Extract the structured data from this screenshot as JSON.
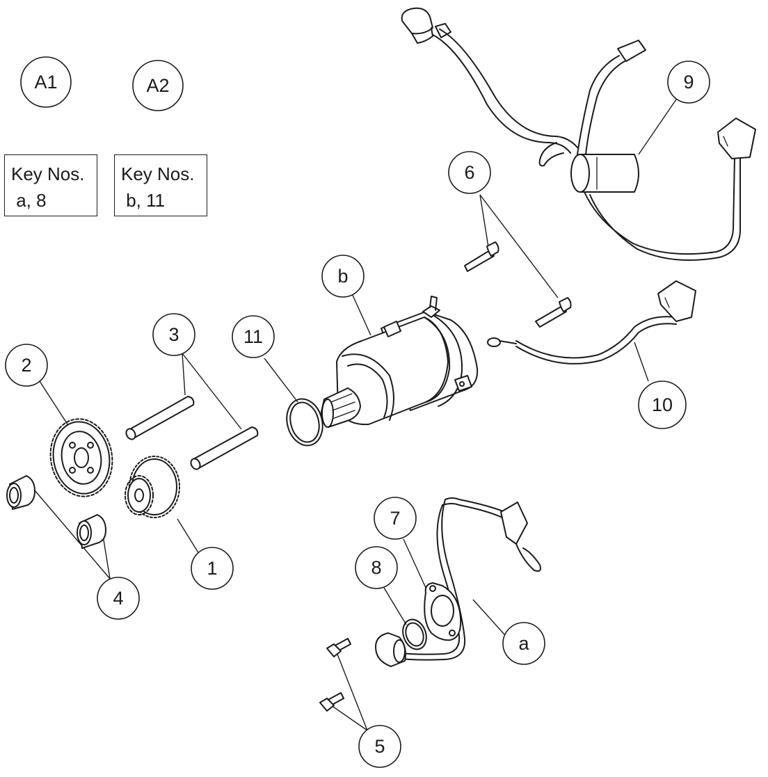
{
  "assembly_labels": [
    {
      "id": "A1",
      "text": "A1"
    },
    {
      "id": "A2",
      "text": "A2"
    }
  ],
  "key_boxes": [
    {
      "title": "Key Nos.",
      "items": " a, 8"
    },
    {
      "title": "Key Nos.",
      "items": " b, 11"
    }
  ],
  "callouts": {
    "c1": "1",
    "c2": "2",
    "c3": "3",
    "c4": "4",
    "c5": "5",
    "c6": "6",
    "c7": "7",
    "c8": "8",
    "c9": "9",
    "c10": "10",
    "c11": "11",
    "ca": "a",
    "cb": "b"
  }
}
